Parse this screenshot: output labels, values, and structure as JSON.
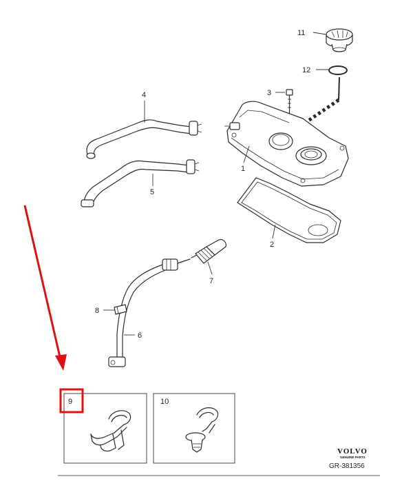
{
  "callouts": {
    "c1": "1",
    "c2": "2",
    "c3": "3",
    "c4": "4",
    "c5": "5",
    "c6": "6",
    "c7": "7",
    "c8": "8",
    "c9": "9",
    "c10": "10",
    "c11": "11",
    "c12": "12"
  },
  "brand": {
    "name": "VOLVO",
    "tagline": "GENUINE PARTS",
    "reference": "GR-381356"
  },
  "colors": {
    "highlight": "#e01010",
    "line": "#2a2a2a"
  }
}
